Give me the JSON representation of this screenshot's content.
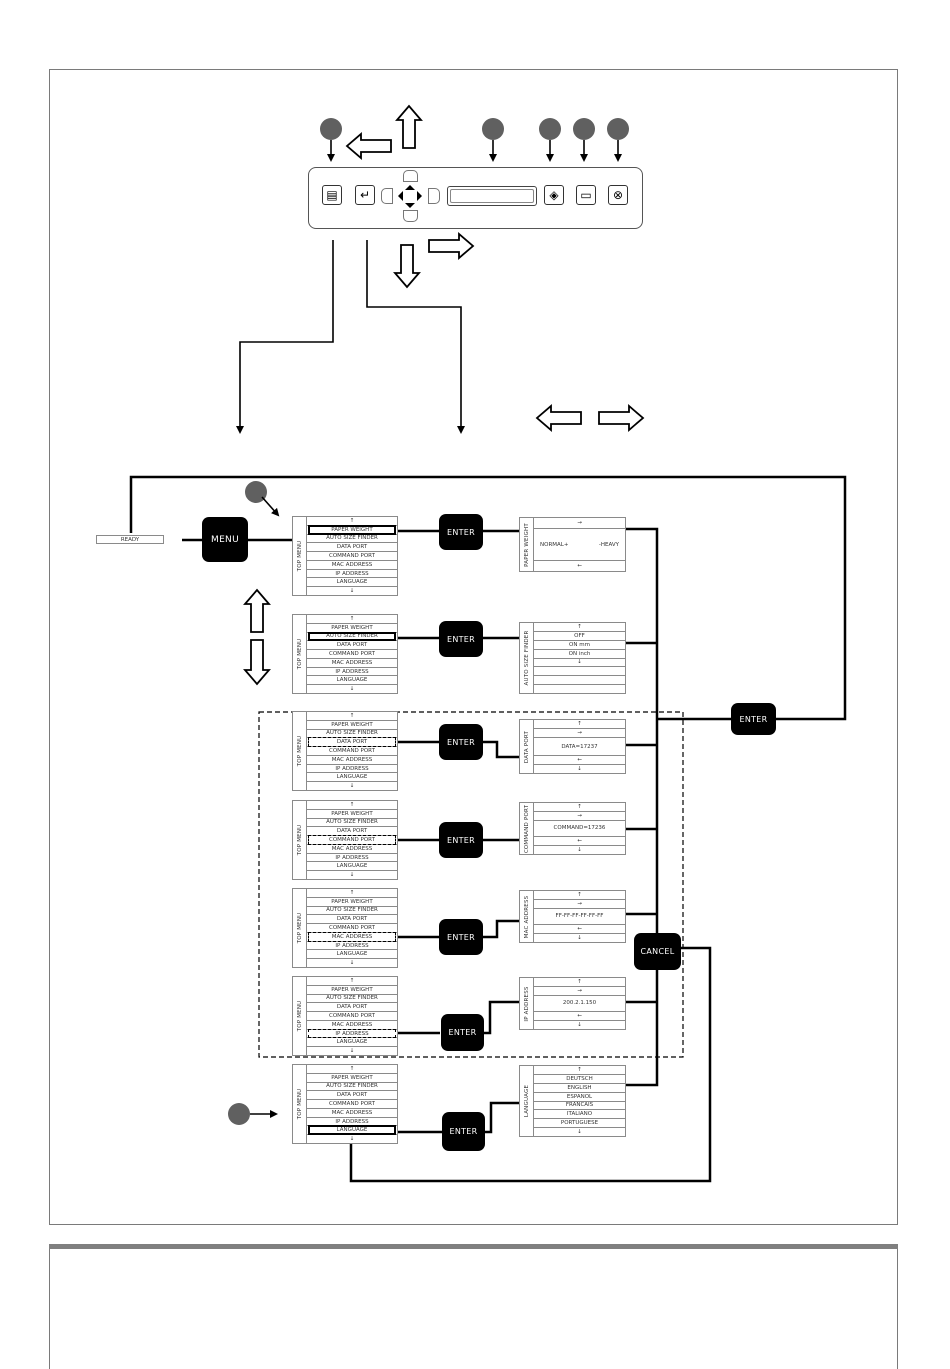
{
  "panel": {
    "buttons": [
      {
        "name": "menu-button",
        "icon": "menu-list-icon"
      },
      {
        "name": "enter-button",
        "icon": "enter-return-icon"
      },
      {
        "name": "lcd-display",
        "icon": "display"
      },
      {
        "name": "start-button",
        "icon": "start-diamond-icon"
      },
      {
        "name": "save-button",
        "icon": "save-icon"
      },
      {
        "name": "cancel-button",
        "icon": "cancel-x-icon"
      }
    ],
    "glyphs": {
      "menu": "▤",
      "enter": "↵",
      "start": "◈",
      "save": "▭",
      "cancel": "⊗"
    }
  },
  "flow": {
    "ready_label": "READY",
    "menu_button_label": "MENU",
    "enter_label": "ENTER",
    "cancel_label": "CANCEL",
    "top_menu_title": "TOP MENU",
    "top_menu_items": [
      "↑",
      "PAPER WEIGHT",
      "AUTO SIZE FINDER",
      "DATA PORT",
      "COMMAND PORT",
      "MAC ADDRESS",
      "IP ADDRESS",
      "LANGUAGE",
      "↓"
    ],
    "submenus": [
      {
        "title": "PAPER WEIGHT",
        "rows": [
          "→",
          "NORMAL+",
          "-HEAVY",
          "←"
        ]
      },
      {
        "title": "AUTO SIZE FINDER",
        "rows": [
          "↑",
          "OFF",
          "ON mm",
          "ON inch",
          "↓",
          "",
          "",
          ""
        ]
      },
      {
        "title": "DATA PORT",
        "rows": [
          "↑",
          "→",
          "DATA=17237",
          "←",
          "↓"
        ]
      },
      {
        "title": "COMMAND PORT",
        "rows": [
          "↑",
          "→",
          "COMMAND=17236",
          "←",
          "↓"
        ]
      },
      {
        "title": "MAC ADDRESS",
        "rows": [
          "↑",
          "→",
          "FF-FF-FF-FF-FF-FF",
          "←",
          "↓"
        ]
      },
      {
        "title": "IP ADDRESS",
        "rows": [
          "↑",
          "→",
          "200.2.1.150",
          "←",
          "↓"
        ]
      },
      {
        "title": "LANGUAGE",
        "rows": [
          "↑",
          "DEUTSCH",
          "ENGLISH",
          "ESPANOL",
          "FRANCAIS",
          "ITALIANO",
          "PORTUGUESE",
          "↓"
        ]
      }
    ]
  }
}
